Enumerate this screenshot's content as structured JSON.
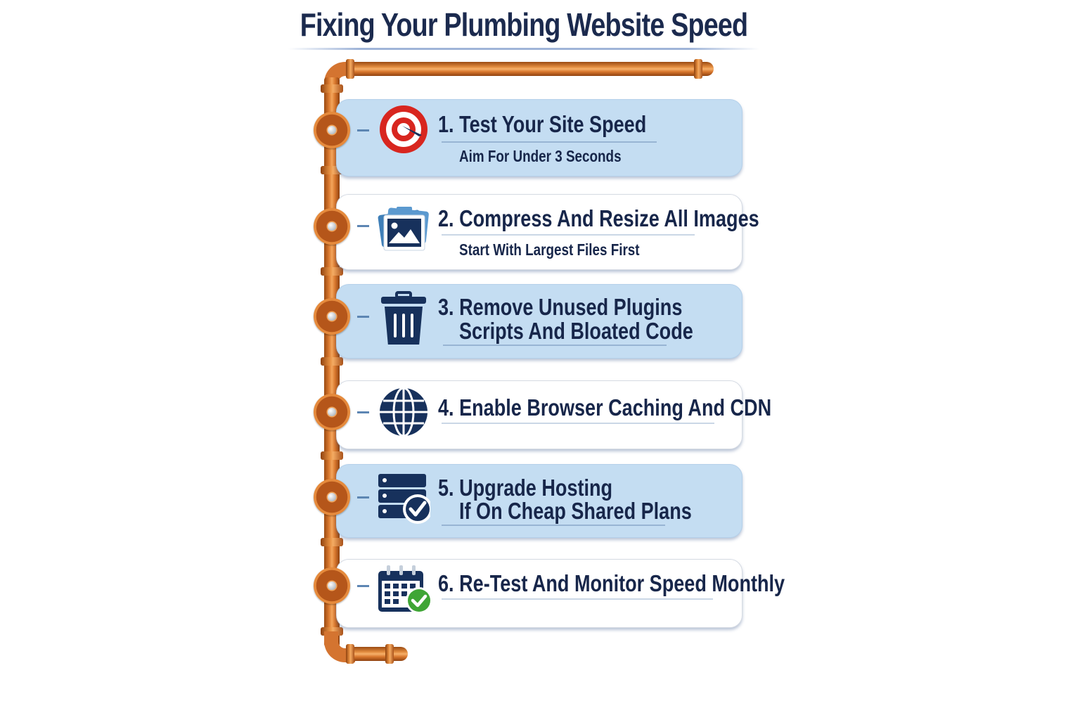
{
  "title": "Fixing Your Plumbing Website Speed",
  "colors": {
    "title_text": "#1b2a4e",
    "card_blue": "#c4ddf2",
    "card_white": "#ffffff",
    "pipe_copper": "#d47430",
    "icon_navy": "#17315c",
    "target_red": "#d8261f",
    "check_green": "#3fa535"
  },
  "steps": [
    {
      "number": "1.",
      "title": "Test Your Site Speed",
      "subtitle": "Aim For Under 3 Seconds",
      "icon": "target-icon",
      "style": "blue"
    },
    {
      "number": "2.",
      "title": "Compress And Resize All Images",
      "subtitle": "Start With Largest Files First",
      "icon": "image-icon",
      "style": "white"
    },
    {
      "number": "3.",
      "title": "Remove Unused Plugins",
      "subtitle": "Scripts And Bloated Code",
      "icon": "trash-icon",
      "style": "blue"
    },
    {
      "number": "4.",
      "title": "Enable Browser Caching And CDN",
      "subtitle": "",
      "icon": "globe-icon",
      "style": "white"
    },
    {
      "number": "5.",
      "title": "Upgrade Hosting",
      "subtitle": "If On Cheap Shared Plans",
      "icon": "server-check-icon",
      "style": "blue"
    },
    {
      "number": "6.",
      "title": "Re-Test And Monitor Speed Monthly",
      "subtitle": "",
      "icon": "calendar-check-icon",
      "style": "white"
    }
  ]
}
